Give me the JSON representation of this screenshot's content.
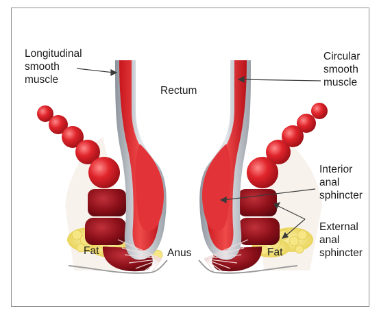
{
  "labels": {
    "longitudinal": "Longitudinal\nsmooth\nmuscle",
    "circular": "Circular\nsmooth\nmuscle",
    "rectum": "Rectum",
    "interior": "Interior\nanal\nsphincter",
    "external": "External\nanal\nsphincter",
    "fat_left": "Fat",
    "fat_right": "Fat",
    "anus": "Anus"
  },
  "colors": {
    "muscle_red": "#d8262a",
    "muscle_dark": "#8e1018",
    "lining_gray": "#b9bec6",
    "fat_yellow": "#f3e27a",
    "leader": "#3a3a3a"
  }
}
